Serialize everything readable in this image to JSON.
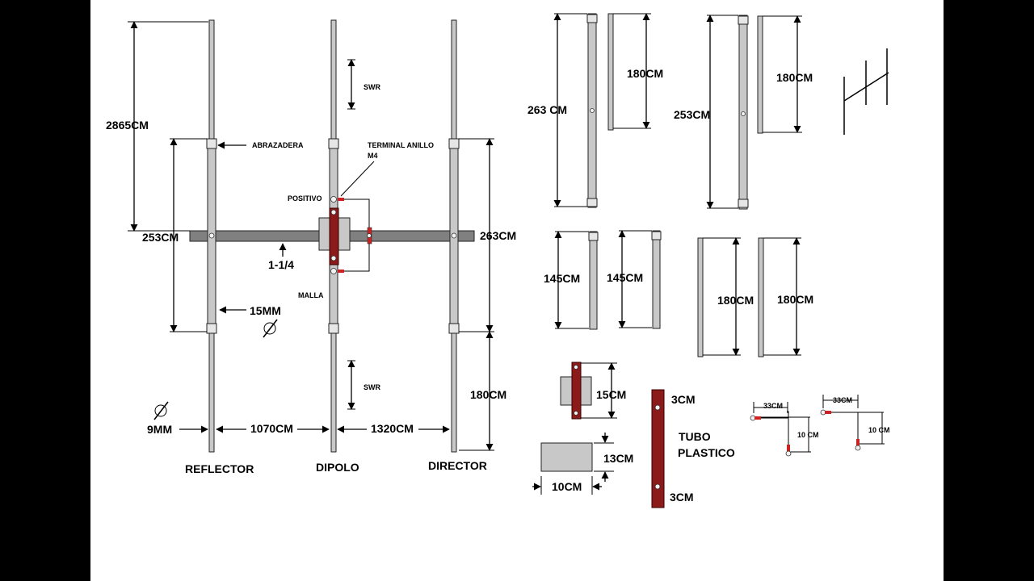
{
  "labels": {
    "reflector": "REFLECTOR",
    "dipolo": "DIPOLO",
    "director": "DIRECTOR",
    "abrazadera": "ABRAZADERA",
    "terminal_anillo": "TERMINAL ANILLO",
    "terminal_m4": "M4",
    "positivo": "POSITIVO",
    "malla": "MALLA",
    "swr_top": "SWR",
    "swr_bottom": "SWR",
    "boom_size": "1-1/4",
    "diam_15": "15MM",
    "diam_9": "9MM",
    "dim_2865": "2865CM",
    "dim_253_main": "253CM",
    "dim_263_main": "263CM",
    "dim_180_main": "180CM",
    "dim_1070": "1070CM",
    "dim_1320": "1320CM",
    "part_263": "263 CM",
    "part_180_a": "180CM",
    "part_253": "253CM",
    "part_180_b": "180CM",
    "part_145_a": "145CM",
    "part_145_b": "145CM",
    "part_180_c": "180CM",
    "part_180_d": "180CM",
    "plate_15": "15CM",
    "plate_13": "13CM",
    "plate_10": "10CM",
    "tube_3_top": "3CM",
    "tube_3_bottom": "3CM",
    "tubo": "TUBO",
    "plastico": "PLASTICO",
    "conn_33_a": "33CM",
    "conn_10_a": "10 CM",
    "conn_33_b": "33CM",
    "conn_10_b": "10 CM"
  },
  "colors": {
    "rod": "#c8c8c8",
    "insulator": "#8b1a1a",
    "boom": "#808080",
    "border": "#000000"
  }
}
